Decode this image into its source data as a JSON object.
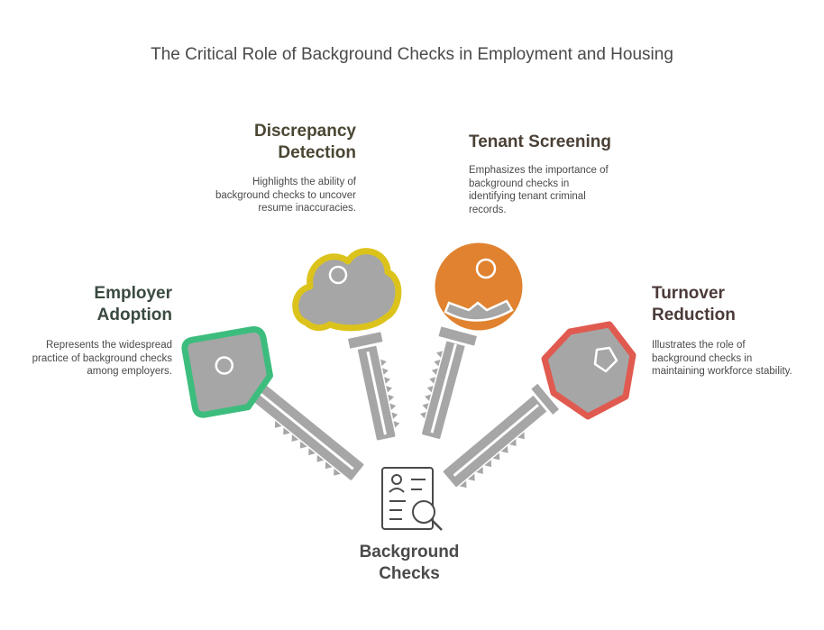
{
  "title": "The Critical Role of Background Checks in Employment and Housing",
  "center": {
    "label_line1": "Background",
    "label_line2": "Checks",
    "icon": "background-check-document-search-icon"
  },
  "items": {
    "employer_adoption": {
      "heading_line1": "Employer",
      "heading_line2": "Adoption",
      "desc_line1": "Represents the widespread",
      "desc_line2": "practice of background checks",
      "desc_line3": "among employers.",
      "color": "#3dbd7d",
      "heading_color": "#3a4a40"
    },
    "discrepancy_detection": {
      "heading_line1": "Discrepancy",
      "heading_line2": "Detection",
      "desc_line1": "Highlights the ability of",
      "desc_line2": "background checks to uncover",
      "desc_line3": "resume inaccuracies.",
      "color": "#dcc31c",
      "heading_color": "#4a4632"
    },
    "tenant_screening": {
      "heading_line1": "Tenant Screening",
      "desc_line1": "Emphasizes the importance of",
      "desc_line2": "background checks in",
      "desc_line3": "identifying tenant criminal",
      "desc_line4": "records.",
      "color": "#e0822f",
      "heading_color": "#4a4036"
    },
    "turnover_reduction": {
      "heading_line1": "Turnover",
      "heading_line2": "Reduction",
      "desc_line1": "Illustrates the role of",
      "desc_line2": "background checks in",
      "desc_line3": "maintaining workforce stability.",
      "color": "#e05a50",
      "heading_color": "#4a3a38"
    }
  },
  "colors": {
    "key_gray": "#a6a6a6",
    "key_stroke": "#ffffff",
    "text_gray": "#4a4a4a"
  }
}
